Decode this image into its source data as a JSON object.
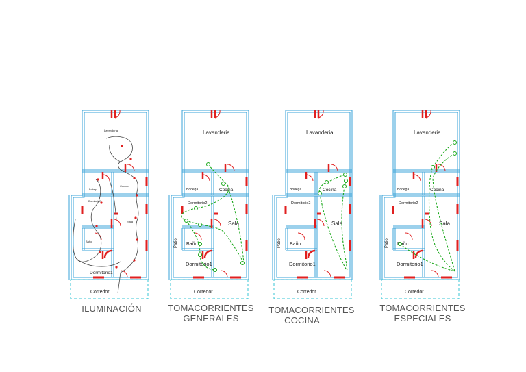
{
  "plans": [
    {
      "caption": [
        "ILUMINACIÓN"
      ],
      "rooms": {
        "lavanderia": "Lavandería",
        "bodega": "Bodega",
        "cocina": "Cocina",
        "dormitorio2": "Dormitorio2",
        "sala": "Sala",
        "bano": "Baño",
        "dormitorio1": "Dormitorio1",
        "corredor": "Corredor",
        "patio": "Patio"
      }
    },
    {
      "caption": [
        "TOMACORRIENTES",
        "GENERALES"
      ],
      "rooms": {
        "lavanderia": "Lavanderia",
        "bodega": "Bodega",
        "cocina": "Cocina",
        "dormitorio2": "Dormitorio2",
        "sala": "Sala",
        "bano": "Baño",
        "dormitorio1": "Dormitorio1",
        "corredor": "Corredor",
        "patio": "Patio"
      }
    },
    {
      "caption": [
        "TOMACORRIENTES",
        "COCINA"
      ],
      "rooms": {
        "lavanderia": "Lavanderia",
        "bodega": "Bodega",
        "cocina": "Cocina",
        "dormitorio2": "Dormitorio2",
        "sala": "Sala",
        "bano": "Baño",
        "dormitorio1": "Dormitorio1",
        "corredor": "Corredor",
        "patio": "Patio"
      }
    },
    {
      "caption": [
        "TOMACORRIENTES",
        "ESPECIALES"
      ],
      "rooms": {
        "lavanderia": "Lavanderia",
        "bodega": "Bodega",
        "cocina": "Cocina",
        "dormitorio2": "Dormitorio2",
        "sala": "Sala",
        "bano": "Baño",
        "dormitorio1": "Dormitorio1",
        "corredor": "Corredor",
        "patio": "Patio"
      }
    }
  ],
  "colors": {
    "wall": "#3aa3d8",
    "door": "#e02020",
    "corridor": "#37c6d6",
    "outlet_circuit": "#1aa81a",
    "lighting_circuit": "#444444",
    "caption_text": "#555555"
  }
}
